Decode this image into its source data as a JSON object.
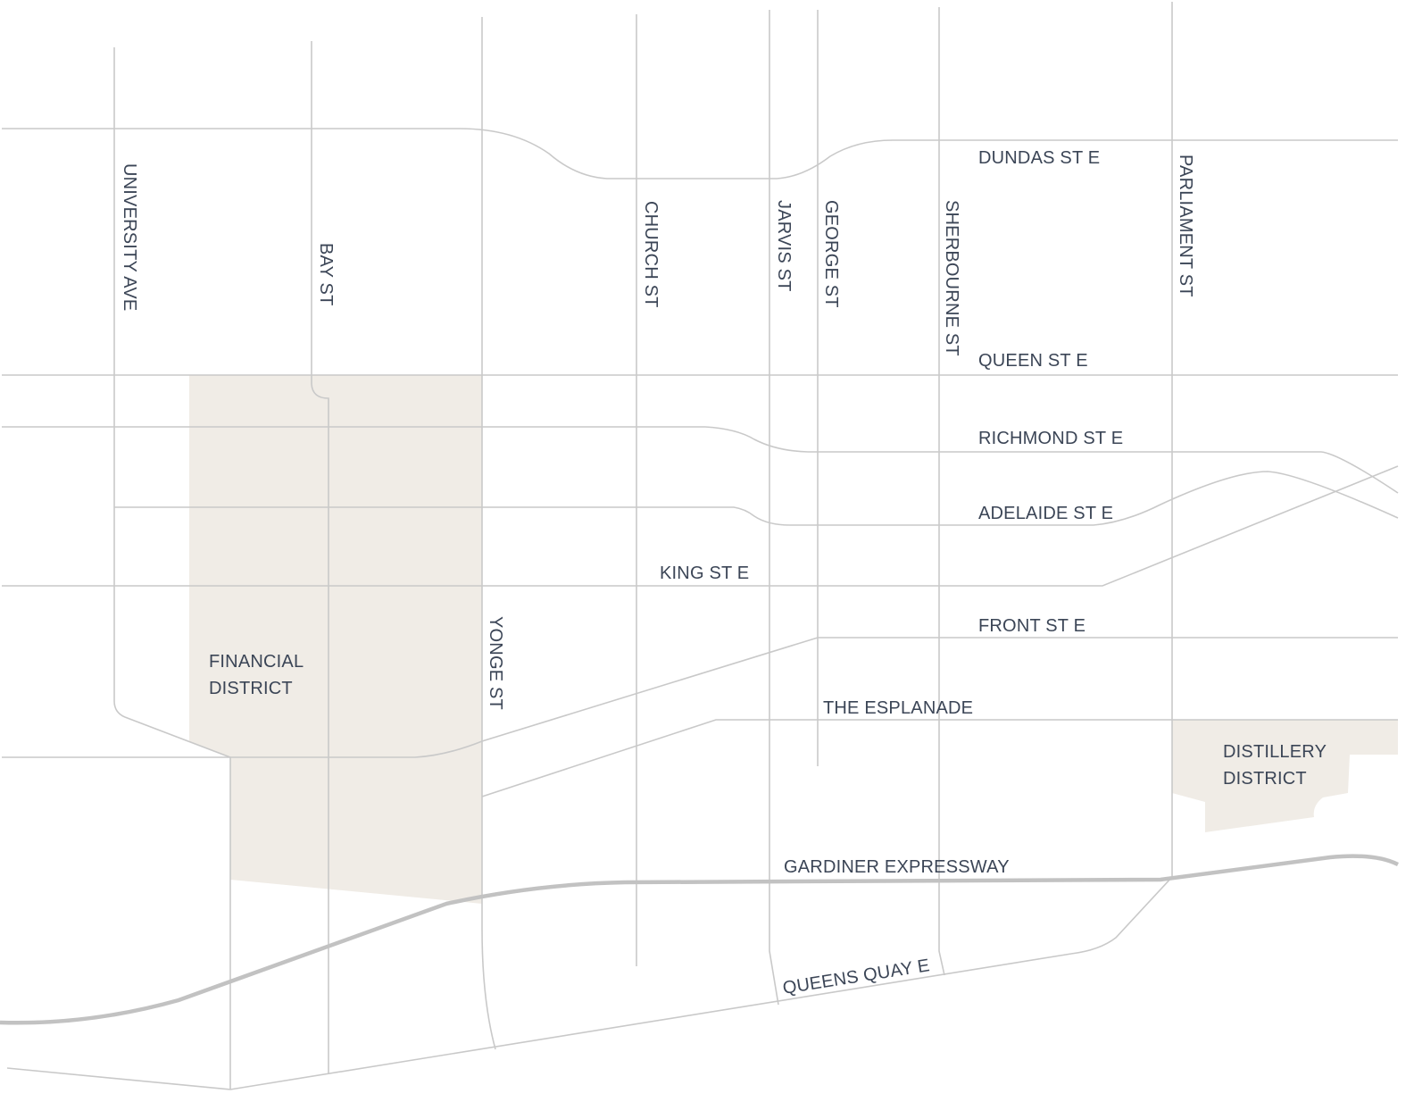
{
  "map": {
    "districts": {
      "financial": [
        "FINANCIAL",
        "DISTRICT"
      ],
      "distillery": [
        "DISTILLERY",
        "DISTRICT"
      ]
    },
    "streets": {
      "university": "UNIVERSITY AVE",
      "bay": "BAY ST",
      "yonge": "YONGE ST",
      "church": "CHURCH ST",
      "jarvis": "JARVIS ST",
      "george": "GEORGE ST",
      "sherbourne": "SHERBOURNE ST",
      "parliament": "PARLIAMENT ST",
      "dundas": "DUNDAS ST E",
      "queen": "QUEEN ST E",
      "richmond": "RICHMOND ST E",
      "adelaide": "ADELAIDE ST E",
      "king": "KING ST E",
      "front": "FRONT ST E",
      "esplanade": "THE ESPLANADE",
      "gardiner": "GARDINER EXPRESSWAY",
      "queens_quay": "QUEENS QUAY E"
    },
    "colors": {
      "road": "#c9c9c9",
      "district_fill": "#f0ece6",
      "label": "#3b4556"
    }
  }
}
